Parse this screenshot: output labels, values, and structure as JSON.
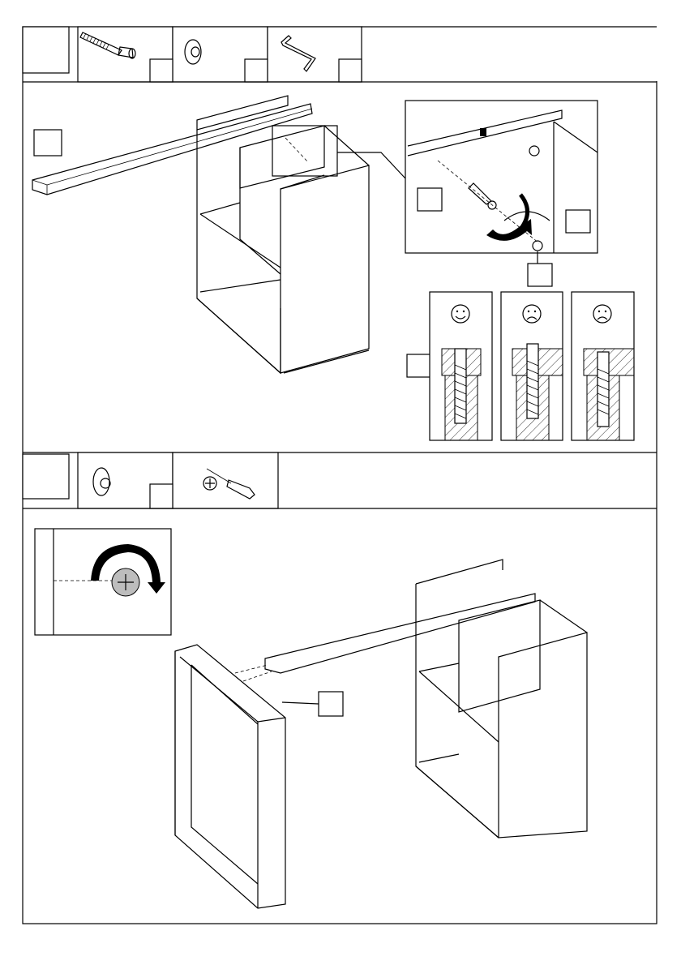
{
  "page": {
    "background": "#ffffff",
    "line_color": "#000000"
  },
  "step1": {
    "step_number": "",
    "parts": [
      {
        "icon": "cam-bolt-icon",
        "quantity": ""
      },
      {
        "icon": "cam-cover-cap-icon",
        "quantity": ""
      },
      {
        "icon": "allen-key-icon",
        "quantity": ""
      }
    ],
    "callouts": [
      {
        "label": "",
        "icon": "board-label"
      },
      {
        "label": "",
        "icon": "cam-bolt-label"
      },
      {
        "label": "",
        "icon": "allen-key-label"
      },
      {
        "label": "",
        "icon": "cap-label"
      },
      {
        "label": "",
        "icon": "bolt-depth-label"
      }
    ],
    "depth_check": [
      {
        "face": "smiley-happy-icon",
        "state": "correct"
      },
      {
        "face": "smiley-sad-icon",
        "state": "too-shallow"
      },
      {
        "face": "smiley-sad-icon",
        "state": "too-deep"
      }
    ]
  },
  "step2": {
    "step_number": "",
    "parts": [
      {
        "icon": "cam-lock-icon",
        "quantity": ""
      },
      {
        "icon": "screwdriver-icon",
        "quantity": ""
      }
    ],
    "callouts": [
      {
        "label": "",
        "icon": "cam-lock-label"
      }
    ],
    "detail": {
      "icon": "rotate-clockwise-icon",
      "accent": "#bdbdbd"
    }
  }
}
